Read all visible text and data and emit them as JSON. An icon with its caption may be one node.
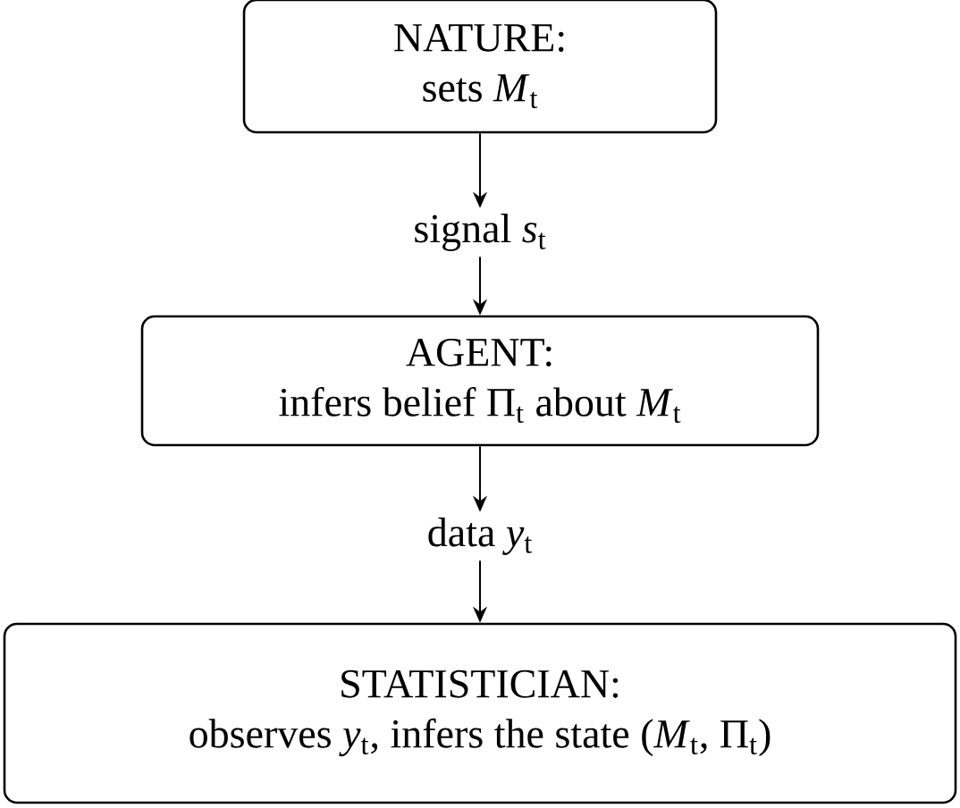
{
  "diagram": {
    "nodes": [
      {
        "text": [
          "NATURE:",
          "sets *M*$_{t}$"
        ]
      },
      {
        "text": [
          "signal *s*$_{t}$"
        ]
      },
      {
        "text": [
          "AGENT:",
          "infers belief Π$_{t}$ about *M*$_{t}$"
        ]
      },
      {
        "text": [
          "data *y*$_{t}$"
        ]
      },
      {
        "text": [
          "STATISTICIAN:",
          "observes *y*$_{t}$, infers the state (*M*$_{t}$, Π$_{t}$)"
        ]
      }
    ],
    "edges": [
      {
        "from": 0,
        "to": 1,
        "arrow": "to"
      },
      {
        "from": 1,
        "to": 2,
        "arrow": "to"
      },
      {
        "from": 2,
        "to": 3,
        "arrow": "to"
      },
      {
        "from": 3,
        "to": 4,
        "arrow": "to"
      }
    ]
  }
}
